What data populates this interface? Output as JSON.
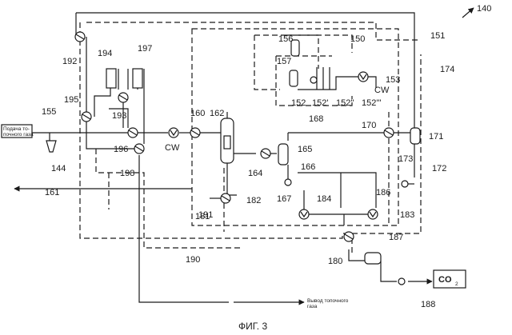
{
  "labels": {
    "l140": "140",
    "l150": "150",
    "l151": "151",
    "l153": "153",
    "l155": "155",
    "l156": "156",
    "l157": "157",
    "l152": "152",
    "l152a": "152'",
    "l152b": "152''",
    "l152c": "152'''",
    "l160": "160",
    "l161": "161",
    "l162": "162",
    "l164": "164",
    "l165": "165",
    "l166": "166",
    "l167": "167",
    "l168": "168",
    "l170": "170",
    "l171": "171",
    "l172": "172",
    "l173": "173",
    "l174": "174",
    "l180": "180",
    "l181": "181",
    "l182": "182",
    "l183": "183",
    "l184": "184",
    "l186": "186",
    "l187": "187",
    "l188": "188",
    "l190": "190",
    "l191": "191",
    "l192": "192",
    "l193": "193",
    "l194": "194",
    "l195": "195",
    "l196": "196",
    "l197": "197",
    "l198": "198",
    "l144": "144",
    "cw1": "CW",
    "cw2": "CW"
  },
  "texts": {
    "feed_in_1": "Подача то-",
    "feed_in_2": "почного газа",
    "flue_out_1": "Вывод топочного",
    "flue_out_2": "газа",
    "product": "CO",
    "product_sub": "2",
    "caption": "ФИГ. 3"
  }
}
